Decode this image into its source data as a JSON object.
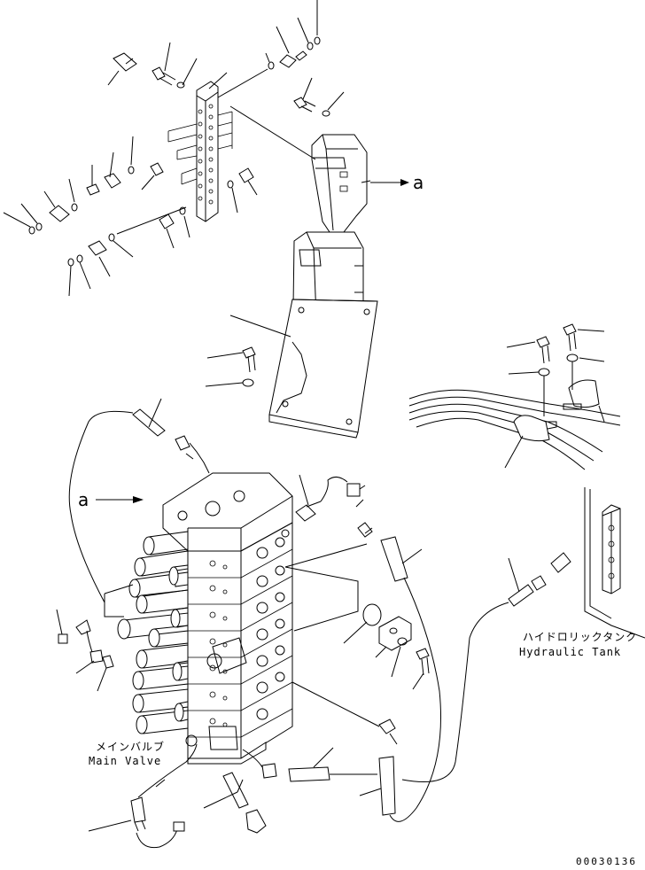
{
  "ref_arrow_top": "a",
  "ref_arrow_main": "a",
  "main_valve": {
    "label_jp": "メインバルブ",
    "label_en": "Main Valve"
  },
  "hydraulic_tank": {
    "label_jp": "ハイドロリックタンク",
    "label_en": "Hydraulic Tank"
  },
  "drawing_number": "00030136"
}
